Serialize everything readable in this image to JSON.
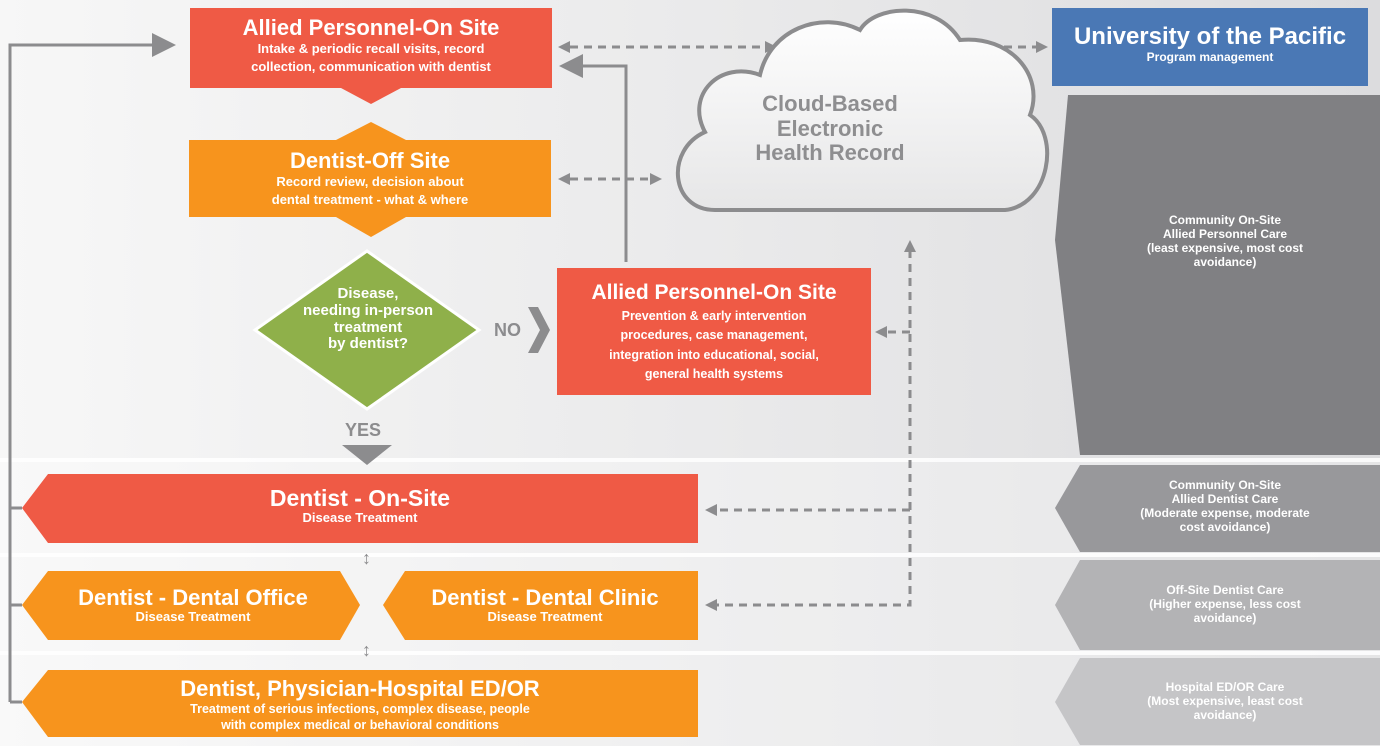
{
  "allied_top": {
    "title": "Allied Personnel-On Site",
    "desc_line1": "Intake & periodic recall visits, record",
    "desc_line2": "collection, communication with dentist"
  },
  "dentist_offsite": {
    "title": "Dentist-Off Site",
    "desc_line1": "Record review, decision about",
    "desc_line2": "dental treatment - what & where"
  },
  "decision": {
    "line1": "Disease,",
    "line2": "needing in-person",
    "line3": "treatment",
    "line4": "by dentist?",
    "no_label": "NO",
    "yes_label": "YES"
  },
  "allied_mid": {
    "title": "Allied Personnel-On Site",
    "desc_line1": "Prevention & early intervention",
    "desc_line2": "procedures, case management,",
    "desc_line3": "integration into educational, social,",
    "desc_line4": "general health systems"
  },
  "cloud": {
    "line1": "Cloud-Based",
    "line2": "Electronic",
    "line3": "Health Record"
  },
  "university": {
    "title": "University of the Pacific",
    "subtitle": "Program management"
  },
  "right_levels": [
    {
      "lines": [
        "Community On-Site",
        "Allied Personnel Care",
        "(least expensive, most cost",
        "avoidance)"
      ]
    },
    {
      "lines": [
        "Community On-Site",
        "Allied Dentist Care",
        "(Moderate expense, moderate",
        "cost avoidance)"
      ]
    },
    {
      "lines": [
        "Off-Site Dentist Care",
        "(Higher expense, less cost",
        "avoidance)"
      ]
    },
    {
      "lines": [
        "Hospital ED/OR Care",
        "(Most expensive, least cost",
        "avoidance)"
      ]
    }
  ],
  "dentist_onsite": {
    "title": "Dentist - On-Site",
    "desc": "Disease Treatment"
  },
  "dental_office": {
    "title": "Dentist - Dental Office",
    "desc": "Disease Treatment"
  },
  "dental_clinic": {
    "title": "Dentist - Dental Clinic",
    "desc": "Disease Treatment"
  },
  "hospital": {
    "title": "Dentist, Physician-Hospital ED/OR",
    "desc_line1": "Treatment of serious infections, complex disease, people",
    "desc_line2": "with complex medical or behavioral conditions"
  },
  "updown_glyph": "↕",
  "colors": {
    "red": "#ef5a45",
    "orange": "#f7941d",
    "green": "#8fb04a",
    "blue": "#4a78b5",
    "gray_dark": "#808083",
    "gray_mid": "#98989b",
    "gray_light": "#b3b3b5",
    "gray_lighter": "#c5c5c7",
    "connector": "#8c8c8e"
  }
}
